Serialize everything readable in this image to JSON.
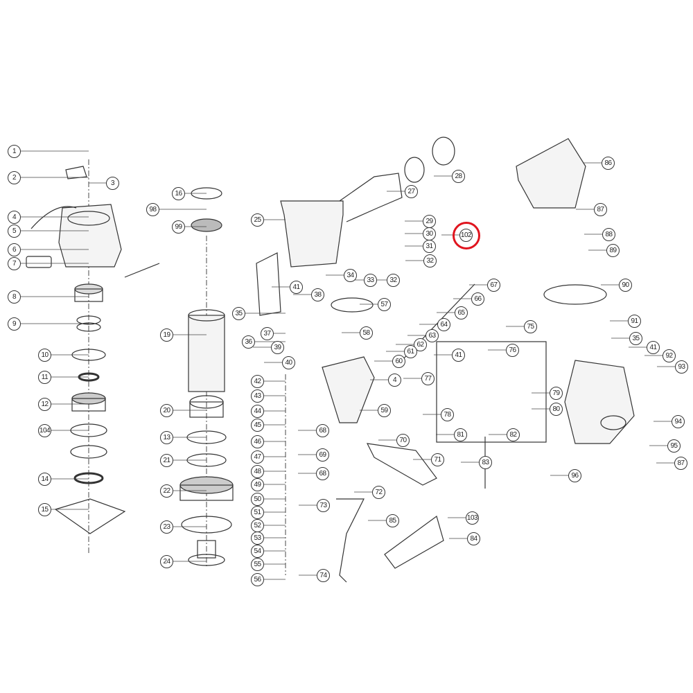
{
  "diagram": {
    "type": "exploded-parts-diagram",
    "highlight_color": "#e0141e",
    "highlighted_callout": "102",
    "callouts": [
      "1",
      "2",
      "3",
      "4",
      "5",
      "6",
      "7",
      "8",
      "9",
      "10",
      "11",
      "12",
      "104",
      "14",
      "15",
      "16",
      "98",
      "99",
      "19",
      "20",
      "13",
      "21",
      "22",
      "23",
      "24",
      "25",
      "35",
      "36",
      "37",
      "38",
      "41",
      "39",
      "40",
      "57",
      "34",
      "33",
      "32",
      "32",
      "29",
      "30",
      "31",
      "102",
      "27",
      "28",
      "67",
      "66",
      "65",
      "64",
      "63",
      "62",
      "61",
      "60",
      "58",
      "4",
      "59",
      "68",
      "69",
      "68",
      "70",
      "71",
      "72",
      "73",
      "74",
      "85",
      "103",
      "84",
      "42",
      "43",
      "44",
      "45",
      "46",
      "47",
      "48",
      "49",
      "50",
      "51",
      "52",
      "53",
      "54",
      "55",
      "56",
      "75",
      "76",
      "41",
      "77",
      "78",
      "79",
      "80",
      "81",
      "82",
      "83",
      "86",
      "87",
      "88",
      "89",
      "90",
      "91",
      "35",
      "41",
      "92",
      "93",
      "94",
      "95",
      "87",
      "96"
    ]
  }
}
